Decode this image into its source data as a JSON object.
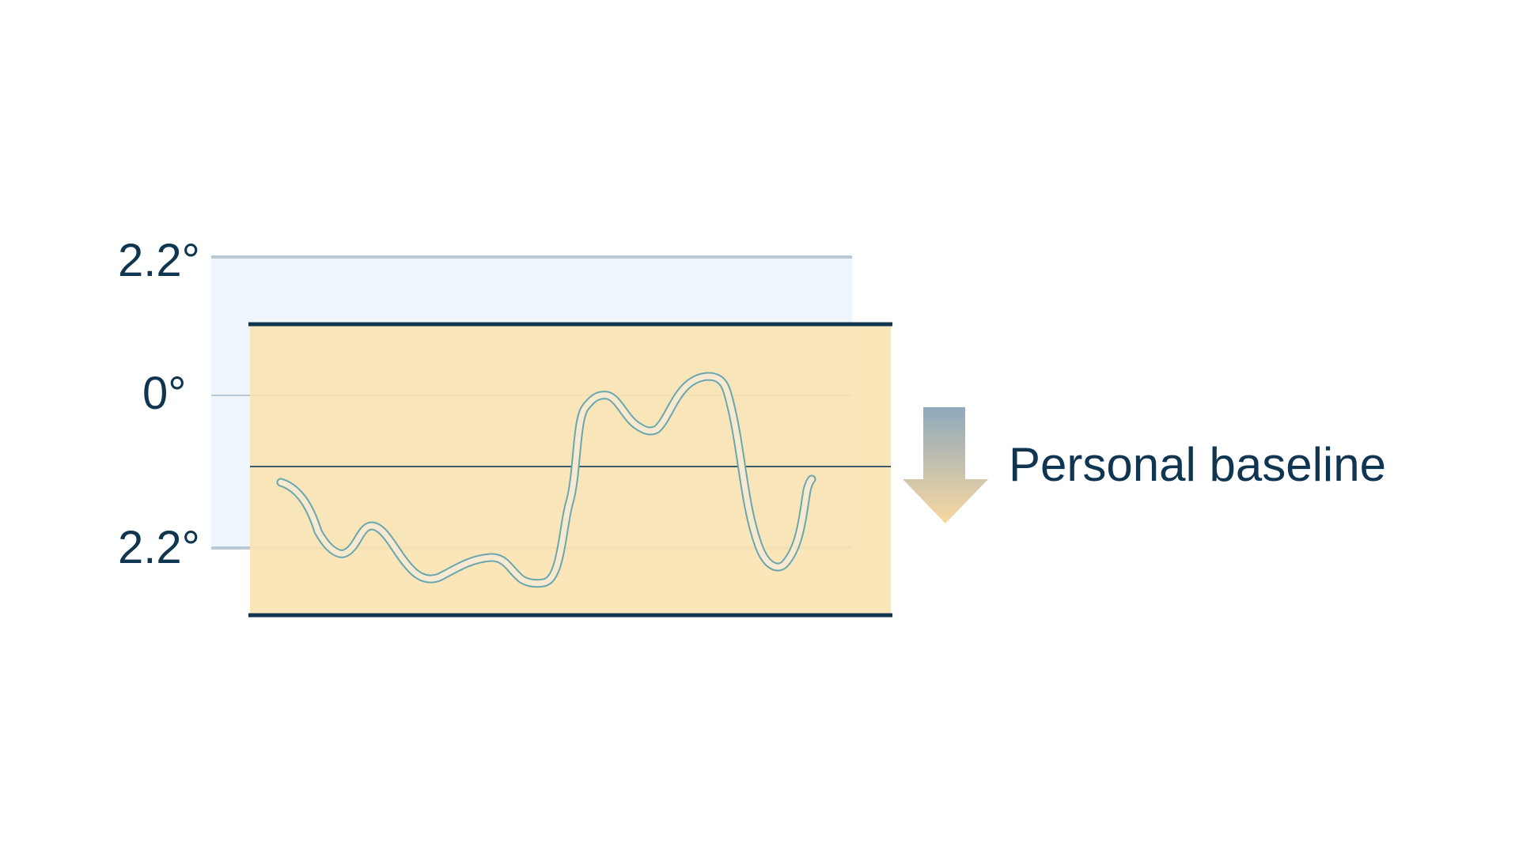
{
  "colors": {
    "background": "#ffffff",
    "range_fill": "#eef6fc",
    "range_gridline": "#b9c9d6",
    "band_fill": "#fbe3b0",
    "band_border": "#0f3550",
    "baseline_line": "#3b5a6e",
    "curve_stroke": "#6aa7ad",
    "arrow_top": "#8fa9bc",
    "arrow_bottom": "#f8d8a0",
    "text": "#0f3550"
  },
  "axis": {
    "top_label": "2.2°",
    "middle_label": "0°",
    "bottom_label": "2.2°"
  },
  "baseline": {
    "label": "Personal baseline",
    "arrow_icon": "arrow-down-icon"
  }
}
